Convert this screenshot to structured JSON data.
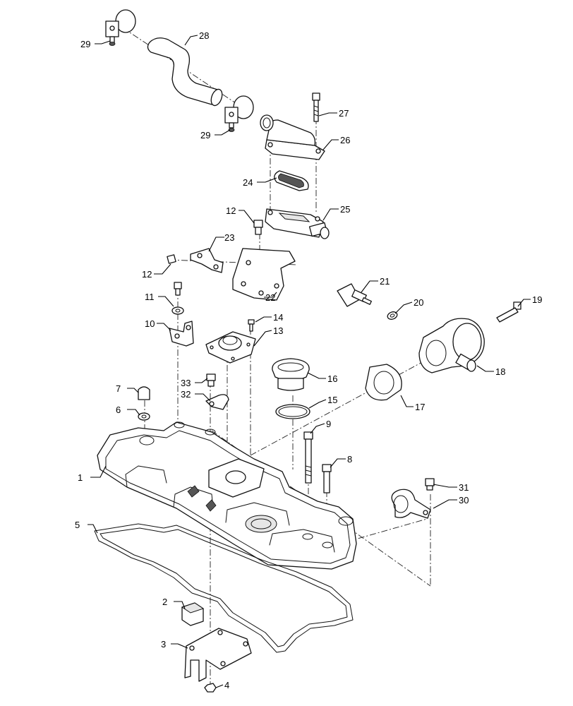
{
  "callouts": [
    {
      "label": "1"
    },
    {
      "label": "2"
    },
    {
      "label": "3"
    },
    {
      "label": "4"
    },
    {
      "label": "5"
    },
    {
      "label": "6"
    },
    {
      "label": "7"
    },
    {
      "label": "8"
    },
    {
      "label": "9"
    },
    {
      "label": "10"
    },
    {
      "label": "11"
    },
    {
      "label": "12"
    },
    {
      "label": "12"
    },
    {
      "label": "13"
    },
    {
      "label": "14"
    },
    {
      "label": "15"
    },
    {
      "label": "16"
    },
    {
      "label": "17"
    },
    {
      "label": "18"
    },
    {
      "label": "19"
    },
    {
      "label": "20"
    },
    {
      "label": "21"
    },
    {
      "label": "22"
    },
    {
      "label": "23"
    },
    {
      "label": "24"
    },
    {
      "label": "25"
    },
    {
      "label": "26"
    },
    {
      "label": "27"
    },
    {
      "label": "28"
    },
    {
      "label": "29"
    },
    {
      "label": "29"
    },
    {
      "label": "30"
    },
    {
      "label": "31"
    },
    {
      "label": "32"
    },
    {
      "label": "33"
    }
  ]
}
